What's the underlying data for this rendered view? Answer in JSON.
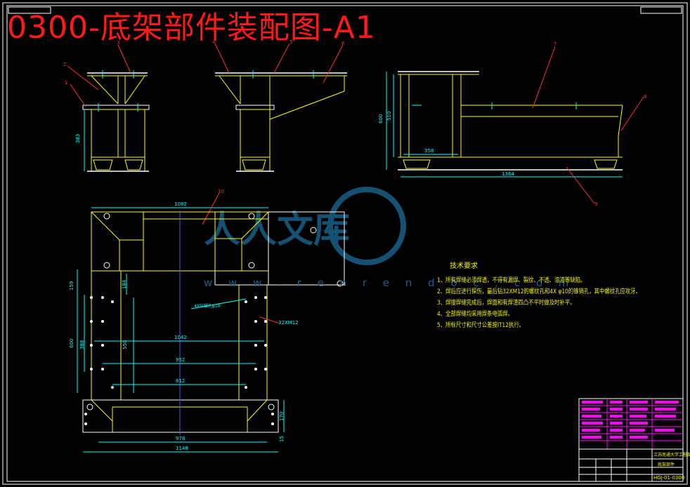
{
  "title": "0300-底架部件装配图-A1",
  "watermark": {
    "brand": "人人文库",
    "url": "w w w . r e n r e n d o c . c o m"
  },
  "dimensions": {
    "front_height": "383",
    "side_total_height": "600",
    "side_upper_height": "510",
    "side_inner_width": "358",
    "side_total_width": "1364",
    "plan_top_width": "1082",
    "plan_left_upper": "159",
    "plan_left_outer": "600",
    "plan_left_inner": "388",
    "plan_mid_upper": "184",
    "plan_mid_lower": "550",
    "plan_w1": "1042",
    "plan_w2": "952",
    "plan_w3": "812",
    "plan_bottom_inner": "978",
    "plan_bottom_outer": "1148",
    "plan_right_a": "170",
    "plan_right_b": "15"
  },
  "callouts": {
    "front_left": [
      "1",
      "2",
      "3"
    ],
    "front_right": [
      "4",
      "5",
      "6"
    ],
    "side": [
      "7",
      "8",
      "9"
    ],
    "plan": "10",
    "hole_note": "4X钻锚孔φ10",
    "bolt_note": "32XM12"
  },
  "notes": {
    "title": "技术要求",
    "items": [
      "1、所有焊缝必须焊透，不得有漏焊、裂纹、不透、溶渣等缺陷。",
      "2、焊后应进行探伤，最后钻32XM12的螺纹孔和4X φ10的锥销孔，其中螺纹孔应攻牙。",
      "3、焊接焊缝完成后，焊面和有焊渣四凸不平时做及时补平。",
      "4、全部焊缝均采用焊条电弧焊。",
      "5、所标尺寸和尺寸公差按IT12执行。"
    ]
  },
  "title_block": {
    "company": "江苏南通大学工程部",
    "drawing_name": "底架部件",
    "drawing_number": "HGJ-01-0300"
  },
  "colors": {
    "background": "#000000",
    "outline": "#ffffff",
    "part": "#ffff00",
    "dimension": "#00ffff",
    "leader": "#ff3030",
    "centerline": "#2f5fff",
    "titleblock": "#ff00ff",
    "watermark": "#1b5f86"
  }
}
